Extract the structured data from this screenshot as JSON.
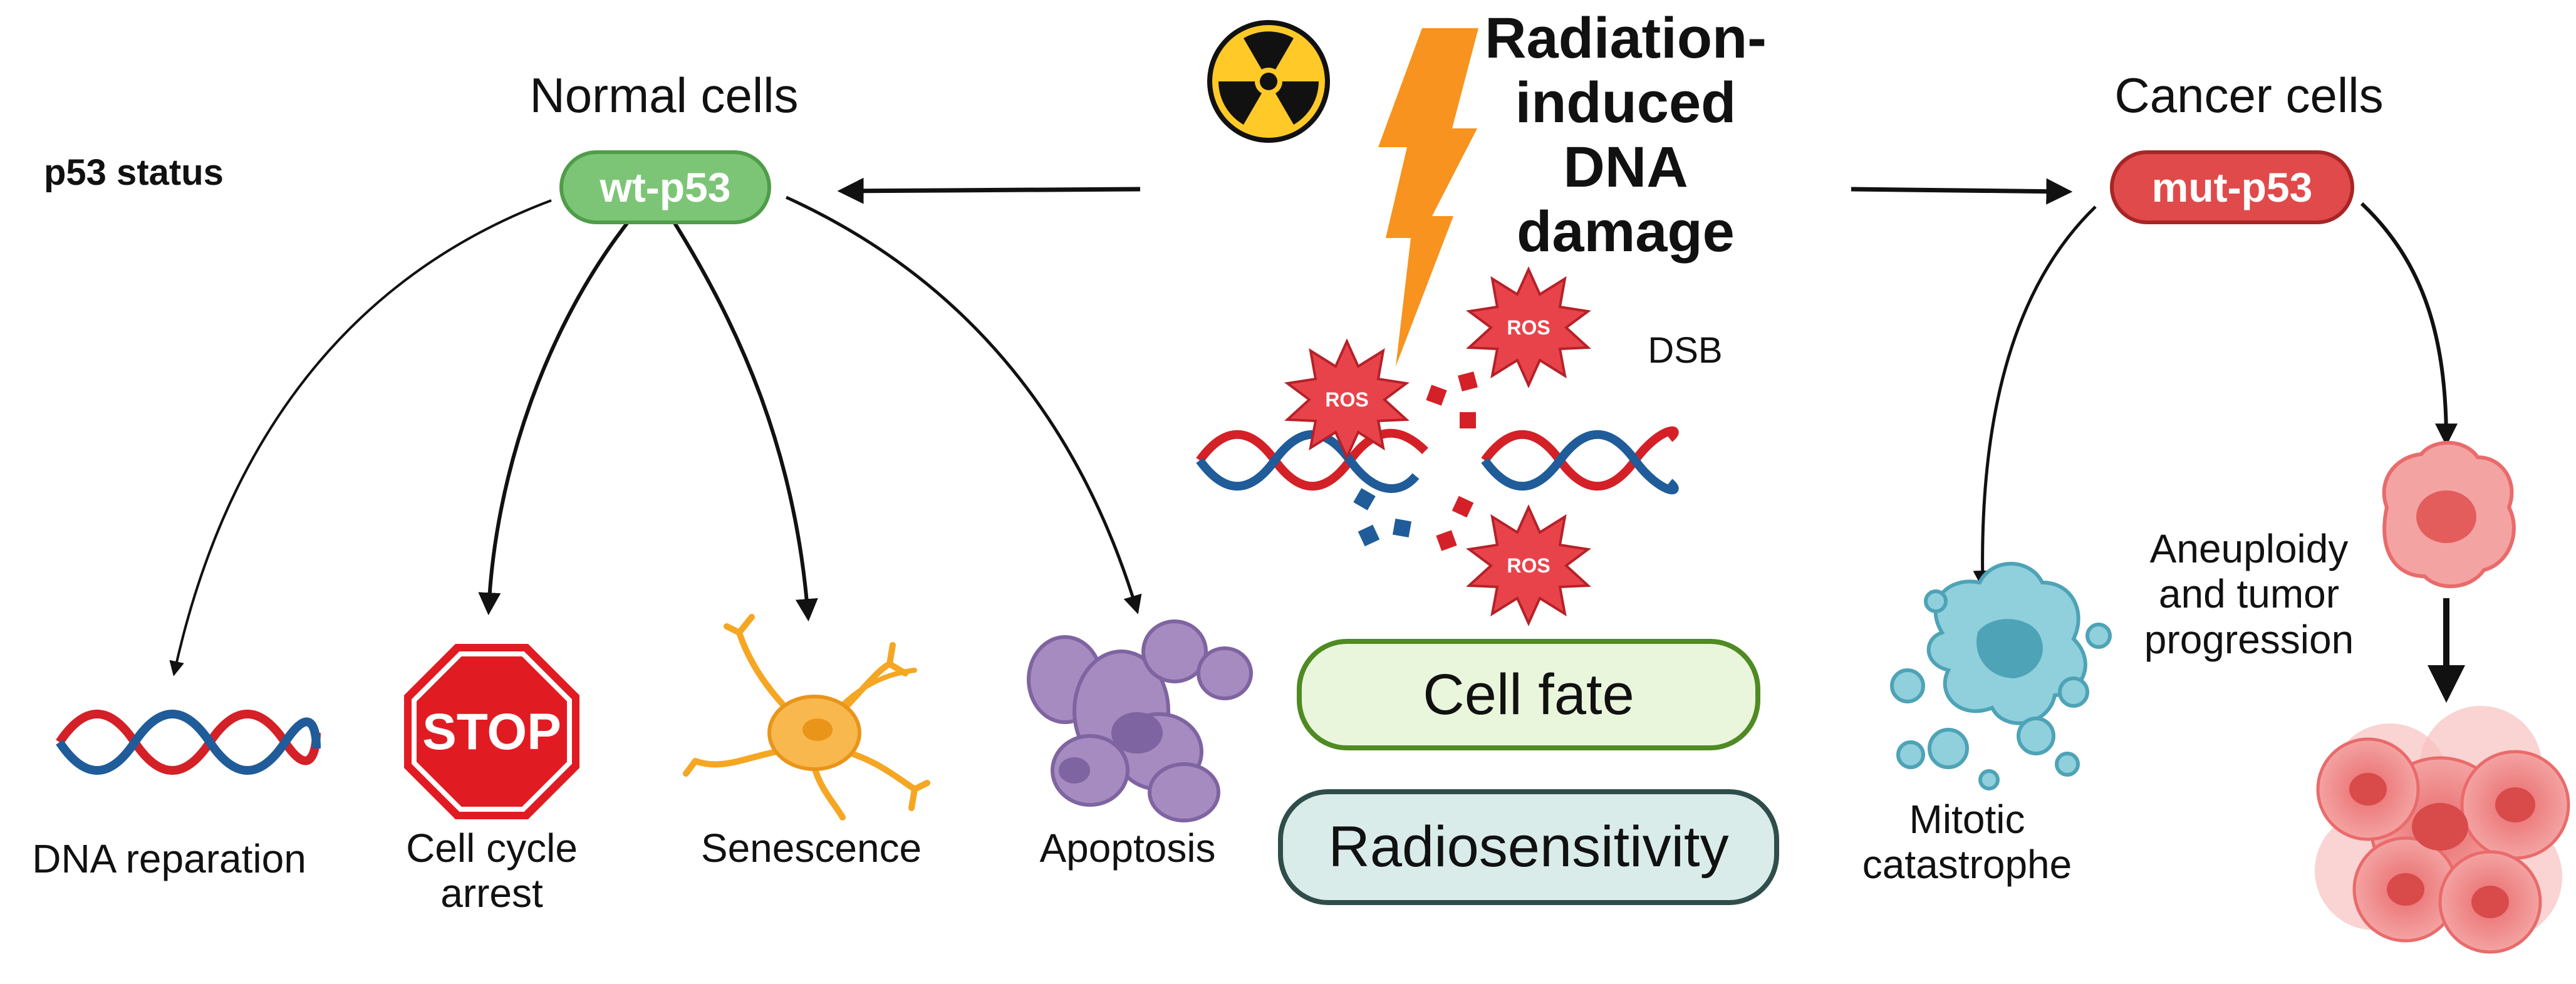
{
  "header": {
    "headline": [
      "Radiation-",
      "induced",
      "DNA",
      "damage"
    ]
  },
  "normal": {
    "title": "Normal cells",
    "status_label": "p53 status",
    "pill": "wt-p53",
    "outcomes": {
      "repair": [
        "DNA reparation"
      ],
      "arrest": [
        "Cell cycle",
        "arrest"
      ],
      "senescence": [
        "Senescence"
      ],
      "apoptosis": [
        "Apoptosis"
      ]
    },
    "stop_sign": "STOP"
  },
  "center": {
    "ros_labels": [
      "ROS",
      "ROS",
      "ROS"
    ],
    "dsb": "DSB",
    "cell_fate": "Cell fate",
    "radiosensitivity": "Radiosensitivity"
  },
  "cancer": {
    "title": "Cancer cells",
    "pill": "mut-p53",
    "outcomes": {
      "mitotic": [
        "Mitotic",
        "catastrophe"
      ],
      "aneuploidy": [
        "Aneuploidy",
        "and tumor",
        "progression"
      ]
    }
  },
  "colors": {
    "dna_red": "#d42027",
    "dna_blue": "#1f5c99",
    "bolt": "#f7931e",
    "ros": "#e8434b",
    "senescent_cell": "#f5a623",
    "apoptotic_body": "#a58bbf",
    "mitotic_cell": "#7fc6d4",
    "tumor_cell": "#f28b8b"
  },
  "icons": [
    "radiation-icon",
    "lightning-bolt-icon",
    "dna-helix-icon",
    "stop-sign-icon",
    "senescent-cell-icon",
    "apoptotic-cell-icon",
    "mitotic-cell-icon",
    "tumor-cell-icon",
    "tumor-cluster-icon"
  ]
}
